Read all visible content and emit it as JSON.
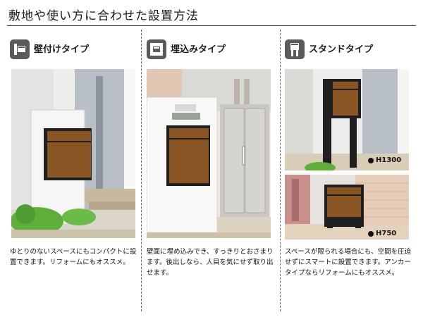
{
  "page_title": "敷地や使い方に合わせた設置方法",
  "types": [
    {
      "label": "壁付けタイプ",
      "icon": "wall-mount-icon",
      "description": "ゆとりのないスペースにもコンパクトに設置できます。リフォームにもオススメ。"
    },
    {
      "label": "埋込みタイプ",
      "icon": "embedded-icon",
      "description": "壁面に埋め込みでき、すっきりとおさまります。後出しなら、人目を気にせず取り出せます。"
    },
    {
      "label": "スタンドタイプ",
      "icon": "stand-icon",
      "description": "スペースが限られる場合にも、空間を圧迫せずにスマートに設置できます。アンカータイプならリフォームにもオススメ。",
      "heights": [
        "H1300",
        "H750"
      ]
    }
  ],
  "colors": {
    "mailbox_wood": "#8a5524",
    "mailbox_frame": "#1f1f1f",
    "grass": "#5fae3c",
    "wall": "#e9e9e6",
    "pillar": "#f5f5f3",
    "paving": "#d9cdb8"
  }
}
